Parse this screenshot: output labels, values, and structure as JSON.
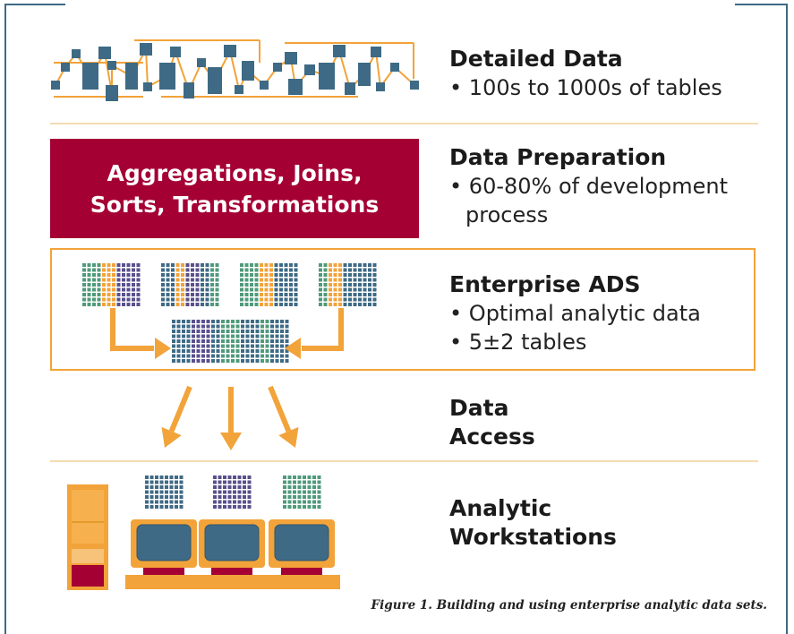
{
  "sections": {
    "detailed": {
      "title": "Detailed Data",
      "bullets": [
        "100s to 1000s of tables"
      ]
    },
    "preparation": {
      "title": "Data Preparation",
      "bullets": [
        "60-80% of development process"
      ],
      "box_text_line1": "Aggregations, Joins,",
      "box_text_line2": "Sorts, Transformations"
    },
    "ads": {
      "title": "Enterprise ADS",
      "bullets": [
        "Optimal analytic data",
        "5±2 tables"
      ]
    },
    "access": {
      "title_line1": "Data",
      "title_line2": "Access"
    },
    "workstations": {
      "title_line1": "Analytic",
      "title_line2": "Workstations"
    }
  },
  "caption": "Figure 1. Building and using enterprise analytic data sets.",
  "colors": {
    "frame": "#3e6a85",
    "network_line": "#f2a33a",
    "network_node": "#3e6a85",
    "prep_box": "#a50034",
    "orange": "#f2a33a",
    "teal": "#3e6a85",
    "green": "#4f9a7a",
    "purple": "#5a4f8c",
    "maroon": "#a50034"
  }
}
